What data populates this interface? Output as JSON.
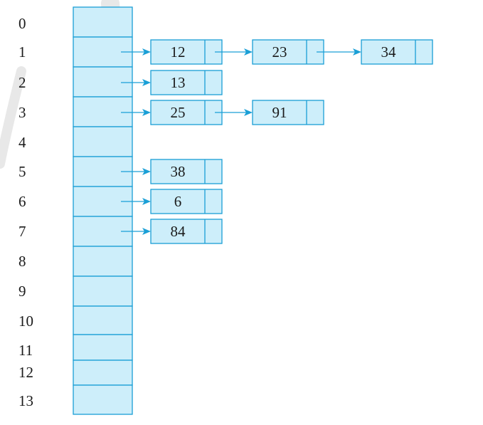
{
  "table": {
    "indices": [
      "0",
      "1",
      "2",
      "3",
      "4",
      "5",
      "6",
      "7",
      "8",
      "9",
      "10",
      "11",
      "12",
      "13"
    ]
  },
  "chains": [
    {
      "index": "1",
      "nodes": [
        "12",
        "23",
        "34"
      ]
    },
    {
      "index": "2",
      "nodes": [
        "13"
      ]
    },
    {
      "index": "3",
      "nodes": [
        "25",
        "91"
      ]
    },
    {
      "index": "5",
      "nodes": [
        "38"
      ]
    },
    {
      "index": "6",
      "nodes": [
        "6"
      ]
    },
    {
      "index": "7",
      "nodes": [
        "84"
      ]
    }
  ],
  "colors": {
    "fill": "#cdeefa",
    "stroke": "#1a9fd6",
    "text": "#1a1a1a"
  }
}
